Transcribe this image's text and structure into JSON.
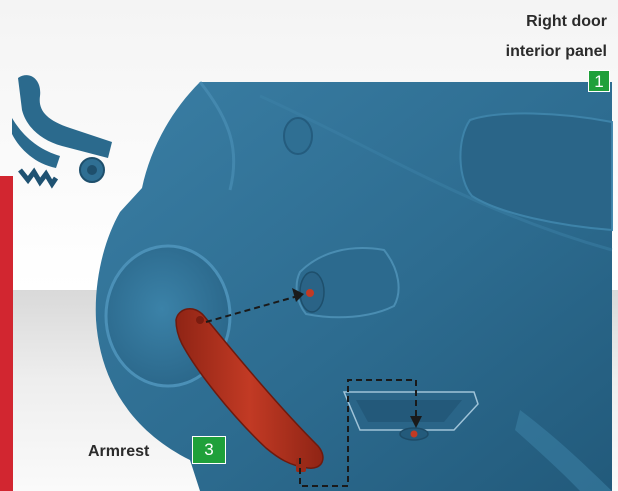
{
  "labels": {
    "panel_line1": "Right door",
    "panel_line2": "interior panel",
    "armrest": "Armrest"
  },
  "badges": {
    "panel_number": "1",
    "armrest_number": "3"
  },
  "colors": {
    "door_panel": "#2f6f93",
    "armrest_part": "#b3311f",
    "badge": "#1fa03a",
    "accent_strip": "#d22630",
    "arrow": "#1a1a1a"
  }
}
